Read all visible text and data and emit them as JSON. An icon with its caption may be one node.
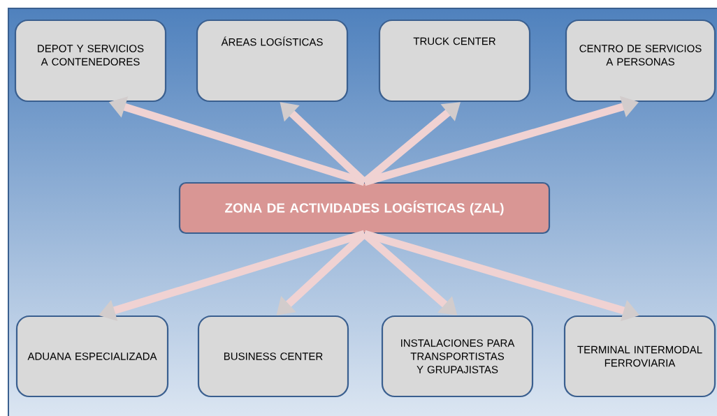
{
  "diagram": {
    "nodes": [
      {
        "text": [
          "ZONA DE ACTIVIDADES LOGÍSTICAS (ZAL)"
        ]
      },
      {
        "text": [
          "DEPOT Y SERVICIOS A CONTENEDORES"
        ]
      },
      {
        "text": [
          "ÁREAS LOGÍSTICAS"
        ]
      },
      {
        "text": [
          "TRUCK CENTER"
        ]
      },
      {
        "text": [
          "CENTRO DE SERVICIOS A PERSONAS"
        ]
      },
      {
        "text": [
          "ADUANA ESPECIALIZADA"
        ]
      },
      {
        "text": [
          "BUSINESS CENTER"
        ]
      },
      {
        "text": [
          "INSTALACIONES PARA TRANSPORTISTAS Y GRUPAJISTAS"
        ]
      },
      {
        "text": [
          "TERMINAL INTERMODAL FERROVIARIA"
        ]
      }
    ],
    "edges": [
      {
        "from": 0,
        "to": 1,
        "arrow": "to"
      },
      {
        "from": 0,
        "to": 2,
        "arrow": "to"
      },
      {
        "from": 0,
        "to": 3,
        "arrow": "to"
      },
      {
        "from": 0,
        "to": 4,
        "arrow": "to"
      },
      {
        "from": 0,
        "to": 5,
        "arrow": "to"
      },
      {
        "from": 0,
        "to": 6,
        "arrow": "to"
      },
      {
        "from": 0,
        "to": 7,
        "arrow": "to"
      },
      {
        "from": 0,
        "to": 8,
        "arrow": "to"
      }
    ]
  }
}
